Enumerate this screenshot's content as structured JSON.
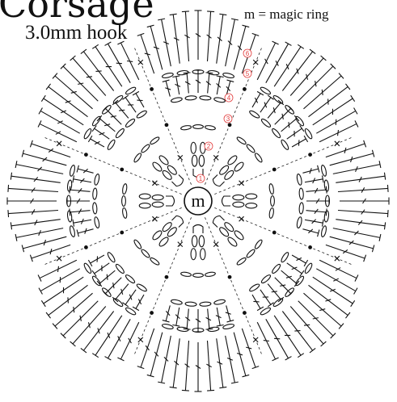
{
  "header": {
    "title_partial": "Corsage",
    "hook": "3.0mm hook",
    "legend": "m = magic ring"
  },
  "diagram": {
    "center_label": "m",
    "round_numbers": [
      "1",
      "2",
      "3",
      "4",
      "5",
      "6"
    ],
    "petals": 8,
    "colors": {
      "ink": "#111111",
      "round_marker": "#e23b3b"
    }
  }
}
